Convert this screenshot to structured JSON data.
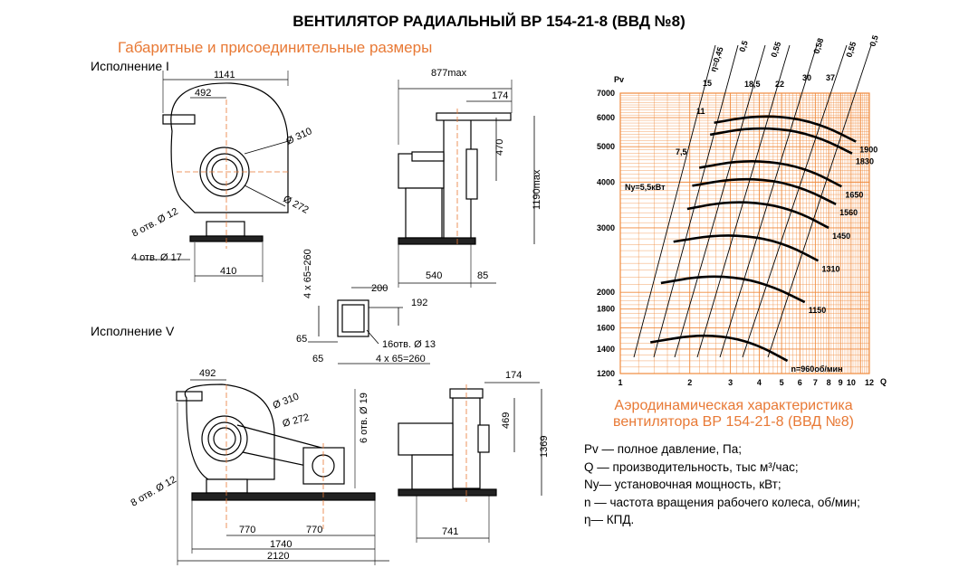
{
  "title": "ВЕНТИЛЯТОР РАДИАЛЬНЫЙ ВР 154-21-8 (ВВД №8)",
  "dims_subtitle": "Габаритные и присоединительные размеры",
  "variant_1_label": "Исполнение I",
  "variant_5_label": "Исполнение V",
  "drawing_labels": {
    "v1_front": [
      "1141",
      "492",
      "Ø 310",
      "Ø 272",
      "8 отв. Ø 12",
      "4 отв. Ø 17",
      "410"
    ],
    "v1_side": [
      "877max",
      "174",
      "470",
      "1190max",
      "540",
      "85"
    ],
    "flange": [
      "4 x 65=260",
      "200",
      "192",
      "65",
      "65",
      "16отв. Ø 13",
      "4 x 65=260"
    ],
    "v5_front": [
      "492",
      "Ø 310",
      "Ø 272",
      "6 отв. Ø 19",
      "8 отв. Ø 12",
      "770",
      "770",
      "1740",
      "2120"
    ],
    "v5_side": [
      "174",
      "469",
      "1369",
      "741"
    ]
  },
  "colors": {
    "accent": "#e87935",
    "grid": "#f08a3c",
    "ink": "#000000"
  },
  "chart_caption_line1": "Аэродинамическая характеристика",
  "chart_caption_line2": "вентилятора  ВР 154-21-8 (ВВД №8)",
  "legend": [
    "Pv — полное давление, Па;",
    "Q  — производительность, тыс м³/час;",
    "Nу— установочная мощность, кВт;",
    "n — частота вращения рабочего колеса,  об/мин;",
    "η— КПД."
  ],
  "chart_data": {
    "type": "line",
    "ylabel": "Pv",
    "xlabel": "Q",
    "x_scale": "log",
    "y_scale": "log",
    "xlim": [
      1,
      12
    ],
    "ylim": [
      1200,
      7000
    ],
    "x_ticks": [
      "1",
      "2",
      "3",
      "4",
      "5",
      "6",
      "7",
      "8",
      "9",
      "10",
      "12"
    ],
    "y_ticks": [
      "1200",
      "1400",
      "1600",
      "1800",
      "2000",
      "3000",
      "4000",
      "5000",
      "6000",
      "7000"
    ],
    "power_label": "Nу=5,5кВт",
    "series": [
      {
        "name": "n=960об/мин",
        "x": [
          1.35,
          2.1,
          3.0,
          4.0,
          5.3
        ],
        "y": [
          1460,
          1530,
          1510,
          1430,
          1300
        ]
      },
      {
        "name": "1150",
        "x": [
          1.5,
          2.3,
          3.4,
          4.7,
          6.3
        ],
        "y": [
          2120,
          2220,
          2190,
          2060,
          1880
        ]
      },
      {
        "name": "1310",
        "x": [
          1.7,
          2.6,
          3.9,
          5.4,
          7.2
        ],
        "y": [
          2750,
          2870,
          2840,
          2680,
          2440
        ]
      },
      {
        "name": "1450",
        "x": [
          1.95,
          2.9,
          4.3,
          6.0,
          8.0
        ],
        "y": [
          3380,
          3540,
          3500,
          3300,
          3000
        ]
      },
      {
        "name": "1560",
        "x": [
          2.05,
          3.1,
          4.6,
          6.4,
          8.6
        ],
        "y": [
          3910,
          4090,
          4050,
          3820,
          3480
        ]
      },
      {
        "name": "1650",
        "x": [
          2.2,
          3.3,
          4.9,
          6.8,
          9.1
        ],
        "y": [
          4380,
          4580,
          4530,
          4280,
          3890
        ]
      },
      {
        "name": "1830",
        "x": [
          2.45,
          3.6,
          5.4,
          7.5,
          10.1
        ],
        "y": [
          5390,
          5630,
          5570,
          5260,
          4790
        ]
      },
      {
        "name": "1900",
        "x": [
          2.55,
          3.8,
          5.6,
          7.8,
          10.5
        ],
        "y": [
          5810,
          6070,
          6010,
          5670,
          5160
        ]
      }
    ],
    "efficiency_labels": [
      "η=0,45",
      "0,5",
      "0,55",
      "0,58",
      "0,55",
      "0,5"
    ],
    "power_labels": [
      "15",
      "18,5",
      "22",
      "30",
      "37",
      "11",
      "7,5"
    ]
  }
}
